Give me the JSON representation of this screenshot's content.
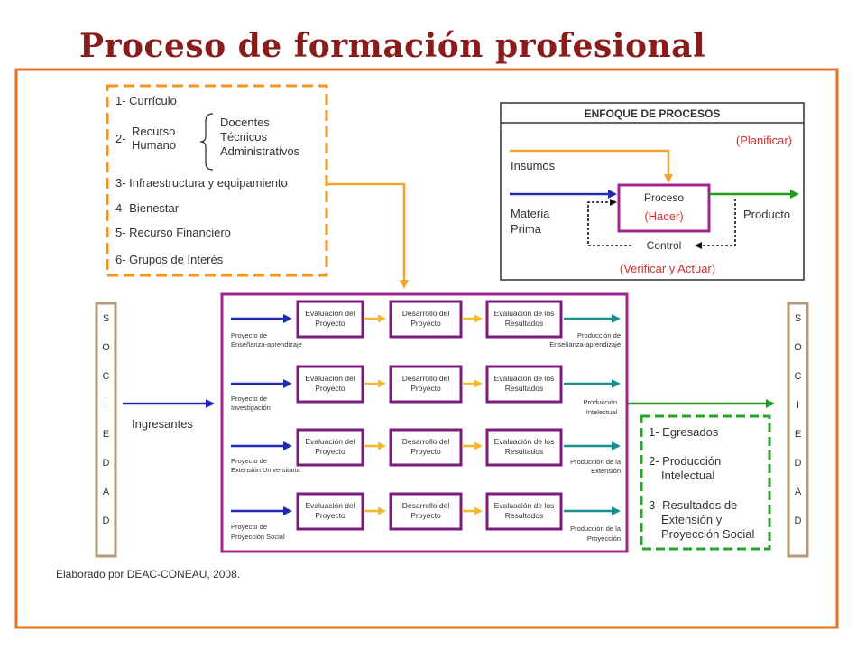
{
  "title": "Proceso de formación profesional",
  "colors": {
    "frame": "#e8711f",
    "resource_box": "#f4931e",
    "process_frame": "#a0258f",
    "stage_box": "#7b1b7b",
    "input_arrow": "#1f2bb3",
    "output_arrow": "#1a8f8f",
    "product_arrow": "#1b9e1b",
    "insumos_arrow": "#f4a32a",
    "result_box": "#2aa32a",
    "sociedad_box": "#b59a7a",
    "planificar": "#d03030"
  },
  "resources": {
    "item1": "1-  Currículo",
    "item2_num": "2-",
    "item2_line1": "Recurso",
    "item2_line2": "Humano",
    "staff1": "Docentes",
    "staff2": "Técnicos",
    "staff3": "Administrativos",
    "item3": "3- Infraestructura y equipamiento",
    "item4": "4-  Bienestar",
    "item5": "5-  Recurso Financiero",
    "item6": "6-  Grupos de Interés"
  },
  "enfoque": {
    "title": "ENFOQUE DE PROCESOS",
    "planificar": "(Planificar)",
    "insumos": "Insumos",
    "materia1": "Materia",
    "materia2": "Prima",
    "proceso1": "Proceso",
    "proceso2": "(Hacer)",
    "producto": "Producto",
    "control": "Control",
    "verificar": "(Verificar y Actuar)"
  },
  "sociedad_letters": [
    "S",
    "O",
    "C",
    "I",
    "E",
    "D",
    "A",
    "D"
  ],
  "ingresantes": "Ingresantes",
  "stages": {
    "eval1a": "Evaluación del",
    "eval1b": "Proyecto",
    "des1a": "Desarrollo del",
    "des1b": "Proyecto",
    "eval2a": "Evaluación de los",
    "eval2b": "Resultados"
  },
  "rows": [
    {
      "in1": "Proyecto de",
      "in2": "Enseñanza-aprendizaje",
      "out1": "Producción de",
      "out2": "Enseñanza-aprendizaje"
    },
    {
      "in1": "Proyecto de",
      "in2": "Investigación",
      "out1": "Producción",
      "out2": "Intelectual"
    },
    {
      "in1": "Proyecto de",
      "in2": "Extensión Universitaria",
      "out1": "Producción de la",
      "out2": "Extensión"
    },
    {
      "in1": "Proyecto de",
      "in2": "Proyección Social",
      "out1": "Producción de la",
      "out2": "Proyección"
    }
  ],
  "results": {
    "r1": "1- Egresados",
    "r2a": "2- Producción",
    "r2b": "Intelectual",
    "r3a": "3- Resultados de",
    "r3b": "Extensión y",
    "r3c": "Proyección Social"
  },
  "source": "Elaborado por DEAC-CONEAU, 2008."
}
